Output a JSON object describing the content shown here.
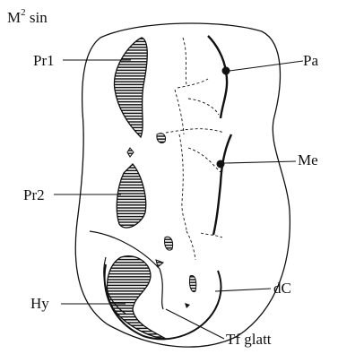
{
  "figure": {
    "specimen_label": "M",
    "specimen_superscript": "2",
    "specimen_suffix": " sin",
    "labels": {
      "pr1": "Pr1",
      "pr2": "Pr2",
      "hy": "Hy",
      "pa": "Pa",
      "me": "Me",
      "dc": "dC",
      "tf": "Tf glatt"
    },
    "colors": {
      "ink": "#111111",
      "paper": "#ffffff"
    }
  }
}
